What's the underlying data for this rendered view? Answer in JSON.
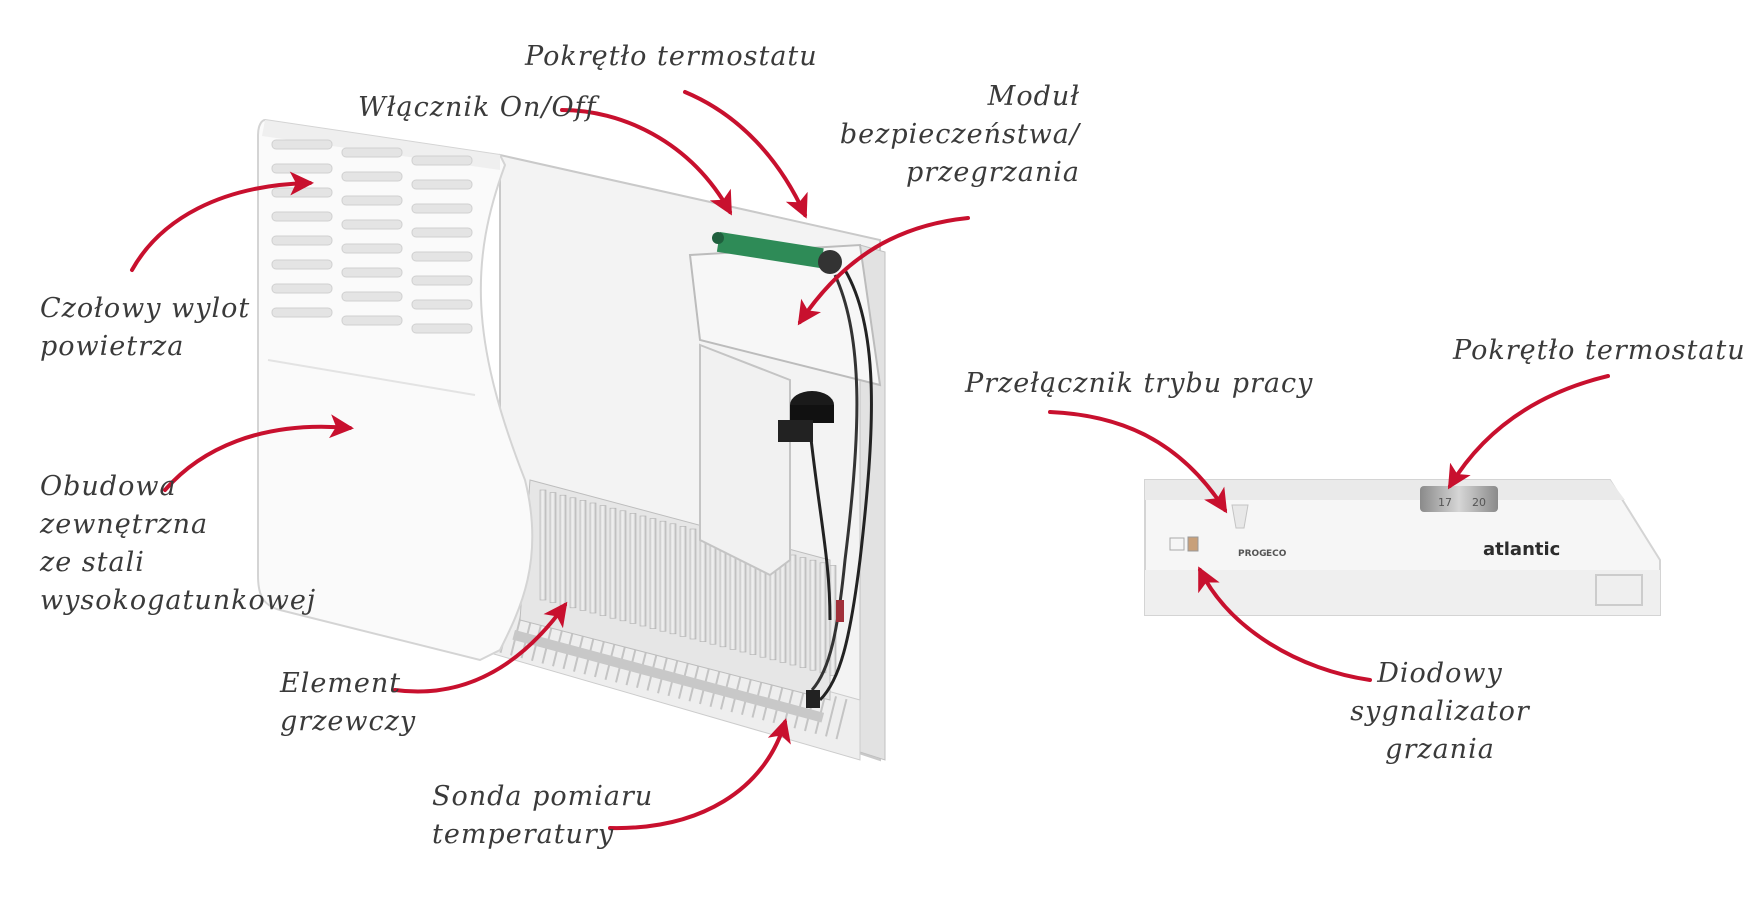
{
  "colors": {
    "arrow": "#c8102e",
    "text": "#3a3a3a",
    "panel": "#f6f6f6",
    "panel_edge": "#cfcfcf"
  },
  "labels": {
    "pokretlo_top": "Pokrętło termostatu",
    "wlacznik": "Włącznik On/Off",
    "modul": [
      "Moduł",
      "bezpieczeństwa/",
      "przegrzania"
    ],
    "czolowy": [
      "Czołowy wylot",
      "powietrza"
    ],
    "obudowa": [
      "Obudowa",
      "zewnętrzna",
      "ze stali",
      "wysokogatunkowej"
    ],
    "element": [
      "Element",
      "grzewczy"
    ],
    "sonda": [
      "Sonda pomiaru",
      "temperatury"
    ],
    "przelacznik": "Przełącznik trybu pracy",
    "pokretlo_right": "Pokrętło termostatu",
    "diodowy": [
      "Diodowy",
      "sygnalizator",
      "grzania"
    ]
  },
  "device": {
    "brand": "atlantic",
    "mode_labels": [
      "PROG",
      "ECO"
    ],
    "dial_marks": [
      "17",
      "20"
    ]
  }
}
